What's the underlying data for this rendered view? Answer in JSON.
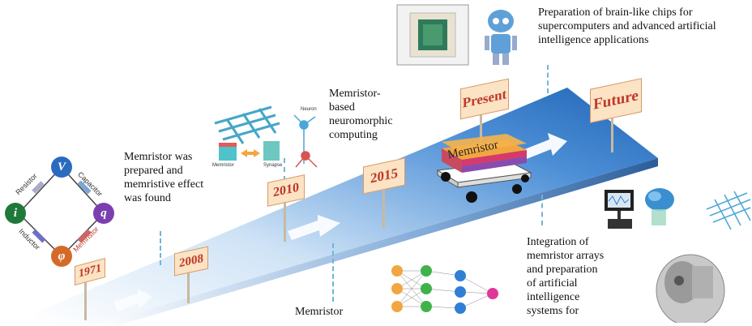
{
  "years": {
    "y1971": "1971",
    "y2008": "2008",
    "y2010": "2010",
    "y2015": "2015",
    "present": "Present",
    "future": "Future"
  },
  "captions": {
    "c2008": "Memristor was prepared and memristive effect was found",
    "c2010": "Memristor-based neuromorphic computing",
    "c2015": "Memristor",
    "cpresent": "Preparation of brain-like chips for supercomputers and advanced artificial intelligence applications",
    "cfuture": "Integration of memristor arrays and preparation of artificial intelligence systems for"
  },
  "cart_label": "Memristor",
  "circuit": {
    "nodes": {
      "v": "V",
      "q": "q",
      "i": "i",
      "phi": "φ"
    },
    "edges": {
      "resistor": "Resistor",
      "capacitor": "Capacitor",
      "inductor": "Inductor",
      "memristor": "Memristor"
    }
  },
  "fig2010_labels": {
    "neuron": "Neuron",
    "memristor": "Memristor",
    "synapse": "Synapse"
  },
  "colors": {
    "road_blue": "#2f76c9",
    "flag_red": "#c0392b",
    "dash_blue": "#6fb6d6"
  }
}
